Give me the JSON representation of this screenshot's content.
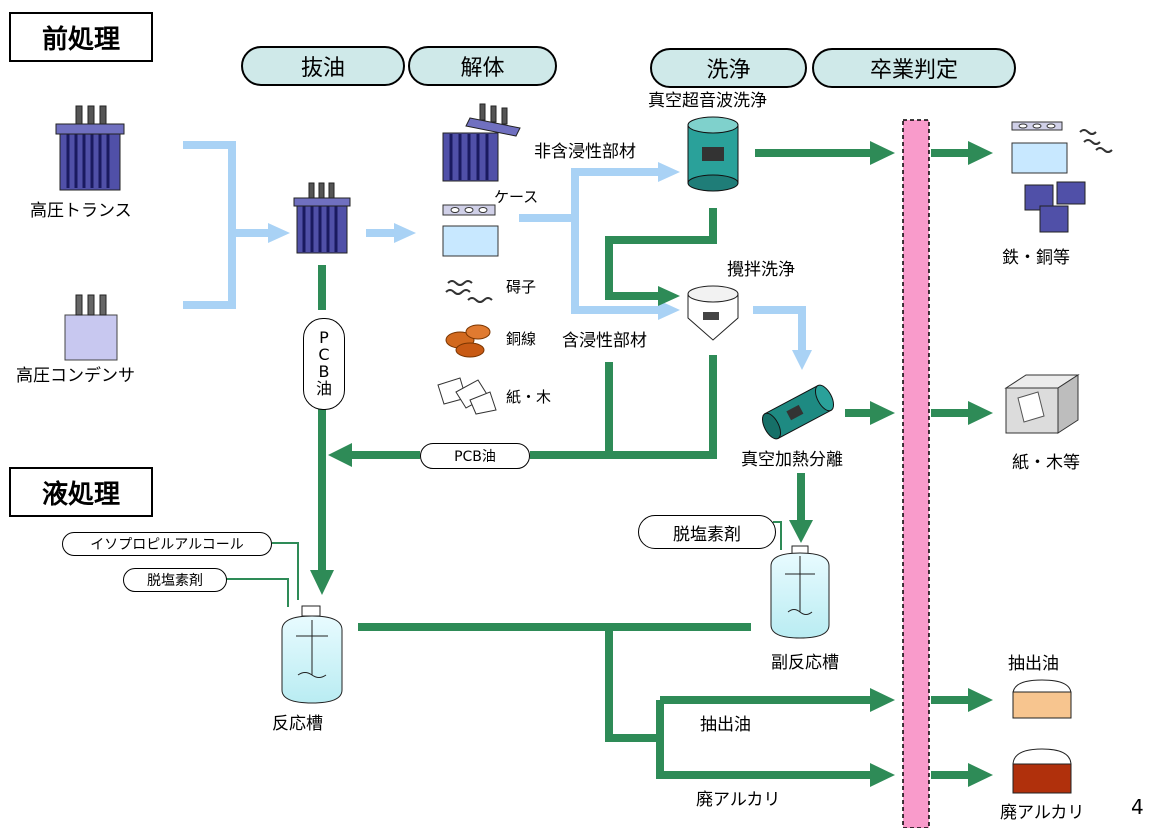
{
  "sections": {
    "pre": "前処理",
    "liquid": "液処理"
  },
  "stages": {
    "drain": "抜油",
    "dismantle": "解体",
    "wash": "洗浄",
    "judge": "卒業判定"
  },
  "inputs": {
    "transformer": "高圧トランス",
    "capacitor": "高圧コンデンサ"
  },
  "vertical_pill": [
    "P",
    "C",
    "B",
    "油"
  ],
  "parts": {
    "case": "ケース",
    "insulator": "碍子",
    "copper_wire": "銅線",
    "paper_wood": "紙・木"
  },
  "flows": {
    "non_impregnated": "非含浸性部材",
    "impregnated": "含浸性部材",
    "pcb_oil": "PCB油"
  },
  "equipment": {
    "vacuum_ultrasonic": "真空超音波洗浄",
    "stir_wash": "攪拌洗浄",
    "vacuum_heat": "真空加熱分離",
    "sub_reactor": "副反応槽",
    "reactor": "反応槽"
  },
  "reagents": {
    "ipa": "イソプロピルアルコール",
    "dechlor": "脱塩素剤",
    "dechlor2": "脱塩素剤"
  },
  "branches": {
    "extract_oil": "抽出油",
    "waste_alkali": "廃アルカリ"
  },
  "outputs": {
    "iron_copper": "鉄・銅等",
    "paper_wood": "紙・木等",
    "extract_oil": "抽出油",
    "waste_alkali": "廃アルカリ"
  },
  "page_number": "4",
  "colors": {
    "blue_arrow": "#a9d2f5",
    "green_arrow": "#2e8b57",
    "pink_bar": "#f99bcb",
    "pill_fill": "#cfe9e9"
  }
}
